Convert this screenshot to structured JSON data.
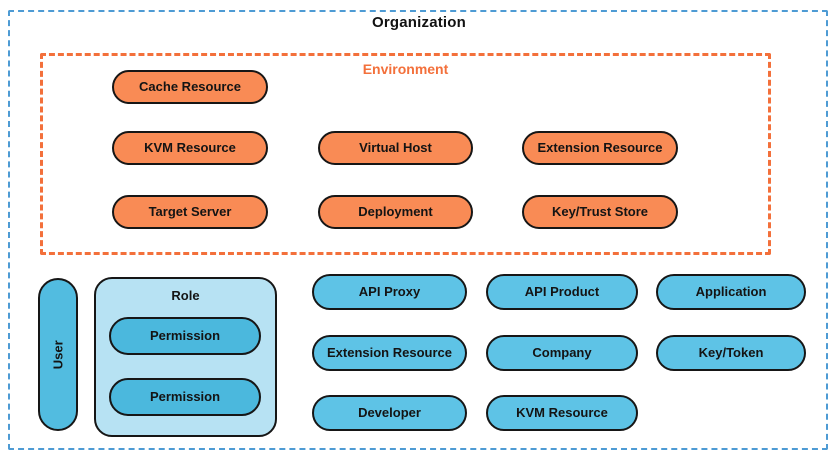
{
  "organization": {
    "label": "Organization"
  },
  "environment": {
    "label": "Environment",
    "nodes": [
      {
        "label": "Cache Resource"
      },
      {
        "label": "KVM Resource"
      },
      {
        "label": "Virtual Host"
      },
      {
        "label": "Extension Resource"
      },
      {
        "label": "Target Server"
      },
      {
        "label": "Deployment"
      },
      {
        "label": "Key/Trust Store"
      }
    ]
  },
  "actors": {
    "user": {
      "label": "User"
    },
    "role": {
      "label": "Role",
      "permissions": [
        {
          "label": "Permission"
        },
        {
          "label": "Permission"
        }
      ]
    }
  },
  "org_nodes": [
    {
      "label": "API Proxy"
    },
    {
      "label": "API Product"
    },
    {
      "label": "Application"
    },
    {
      "label": "Extension Resource"
    },
    {
      "label": "Company"
    },
    {
      "label": "Key/Token"
    },
    {
      "label": "Developer"
    },
    {
      "label": "KVM Resource"
    }
  ],
  "colors": {
    "org_border": "#4E9BD4",
    "env_border": "#F3703B",
    "env_label": "#F3703B",
    "env_node_fill": "#F98B55",
    "org_node_fill": "#5EC3E6",
    "user_fill": "#52BCE0",
    "permission_fill": "#4BB8DD",
    "role_fill": "#B7E2F3",
    "node_border": "#161616"
  }
}
